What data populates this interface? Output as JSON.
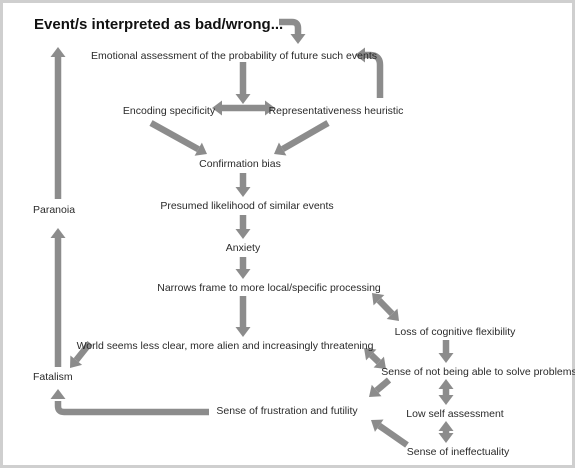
{
  "title": "Event/s interpreted as bad/wrong...",
  "colors": {
    "arrow": "#8c8c8c",
    "text": "#2a2a2a",
    "frame": "#cfcfcf"
  },
  "nodes": {
    "emotional_assessment": "Emotional assessment of the probability of future such events",
    "encoding_specificity": "Encoding specificity",
    "representativeness_heuristic": "Representativeness heuristic",
    "confirmation_bias": "Confirmation bias",
    "presumed_likelihood": "Presumed likelihood of similar events",
    "anxiety": "Anxiety",
    "narrows_frame": "Narrows frame to more local/specific processing",
    "loss_cognitive_flexibility": "Loss of cognitive flexibility",
    "world_seems": "World seems less clear, more alien and increasingly threatening",
    "sense_not_able": "Sense of not being able to solve problems",
    "low_self_assessment": "Low self assessment",
    "sense_frustration": "Sense of frustration and futility",
    "sense_ineffectuality": "Sense of ineffectuality",
    "paranoia": "Paranoia",
    "fatalism": "Fatalism"
  }
}
